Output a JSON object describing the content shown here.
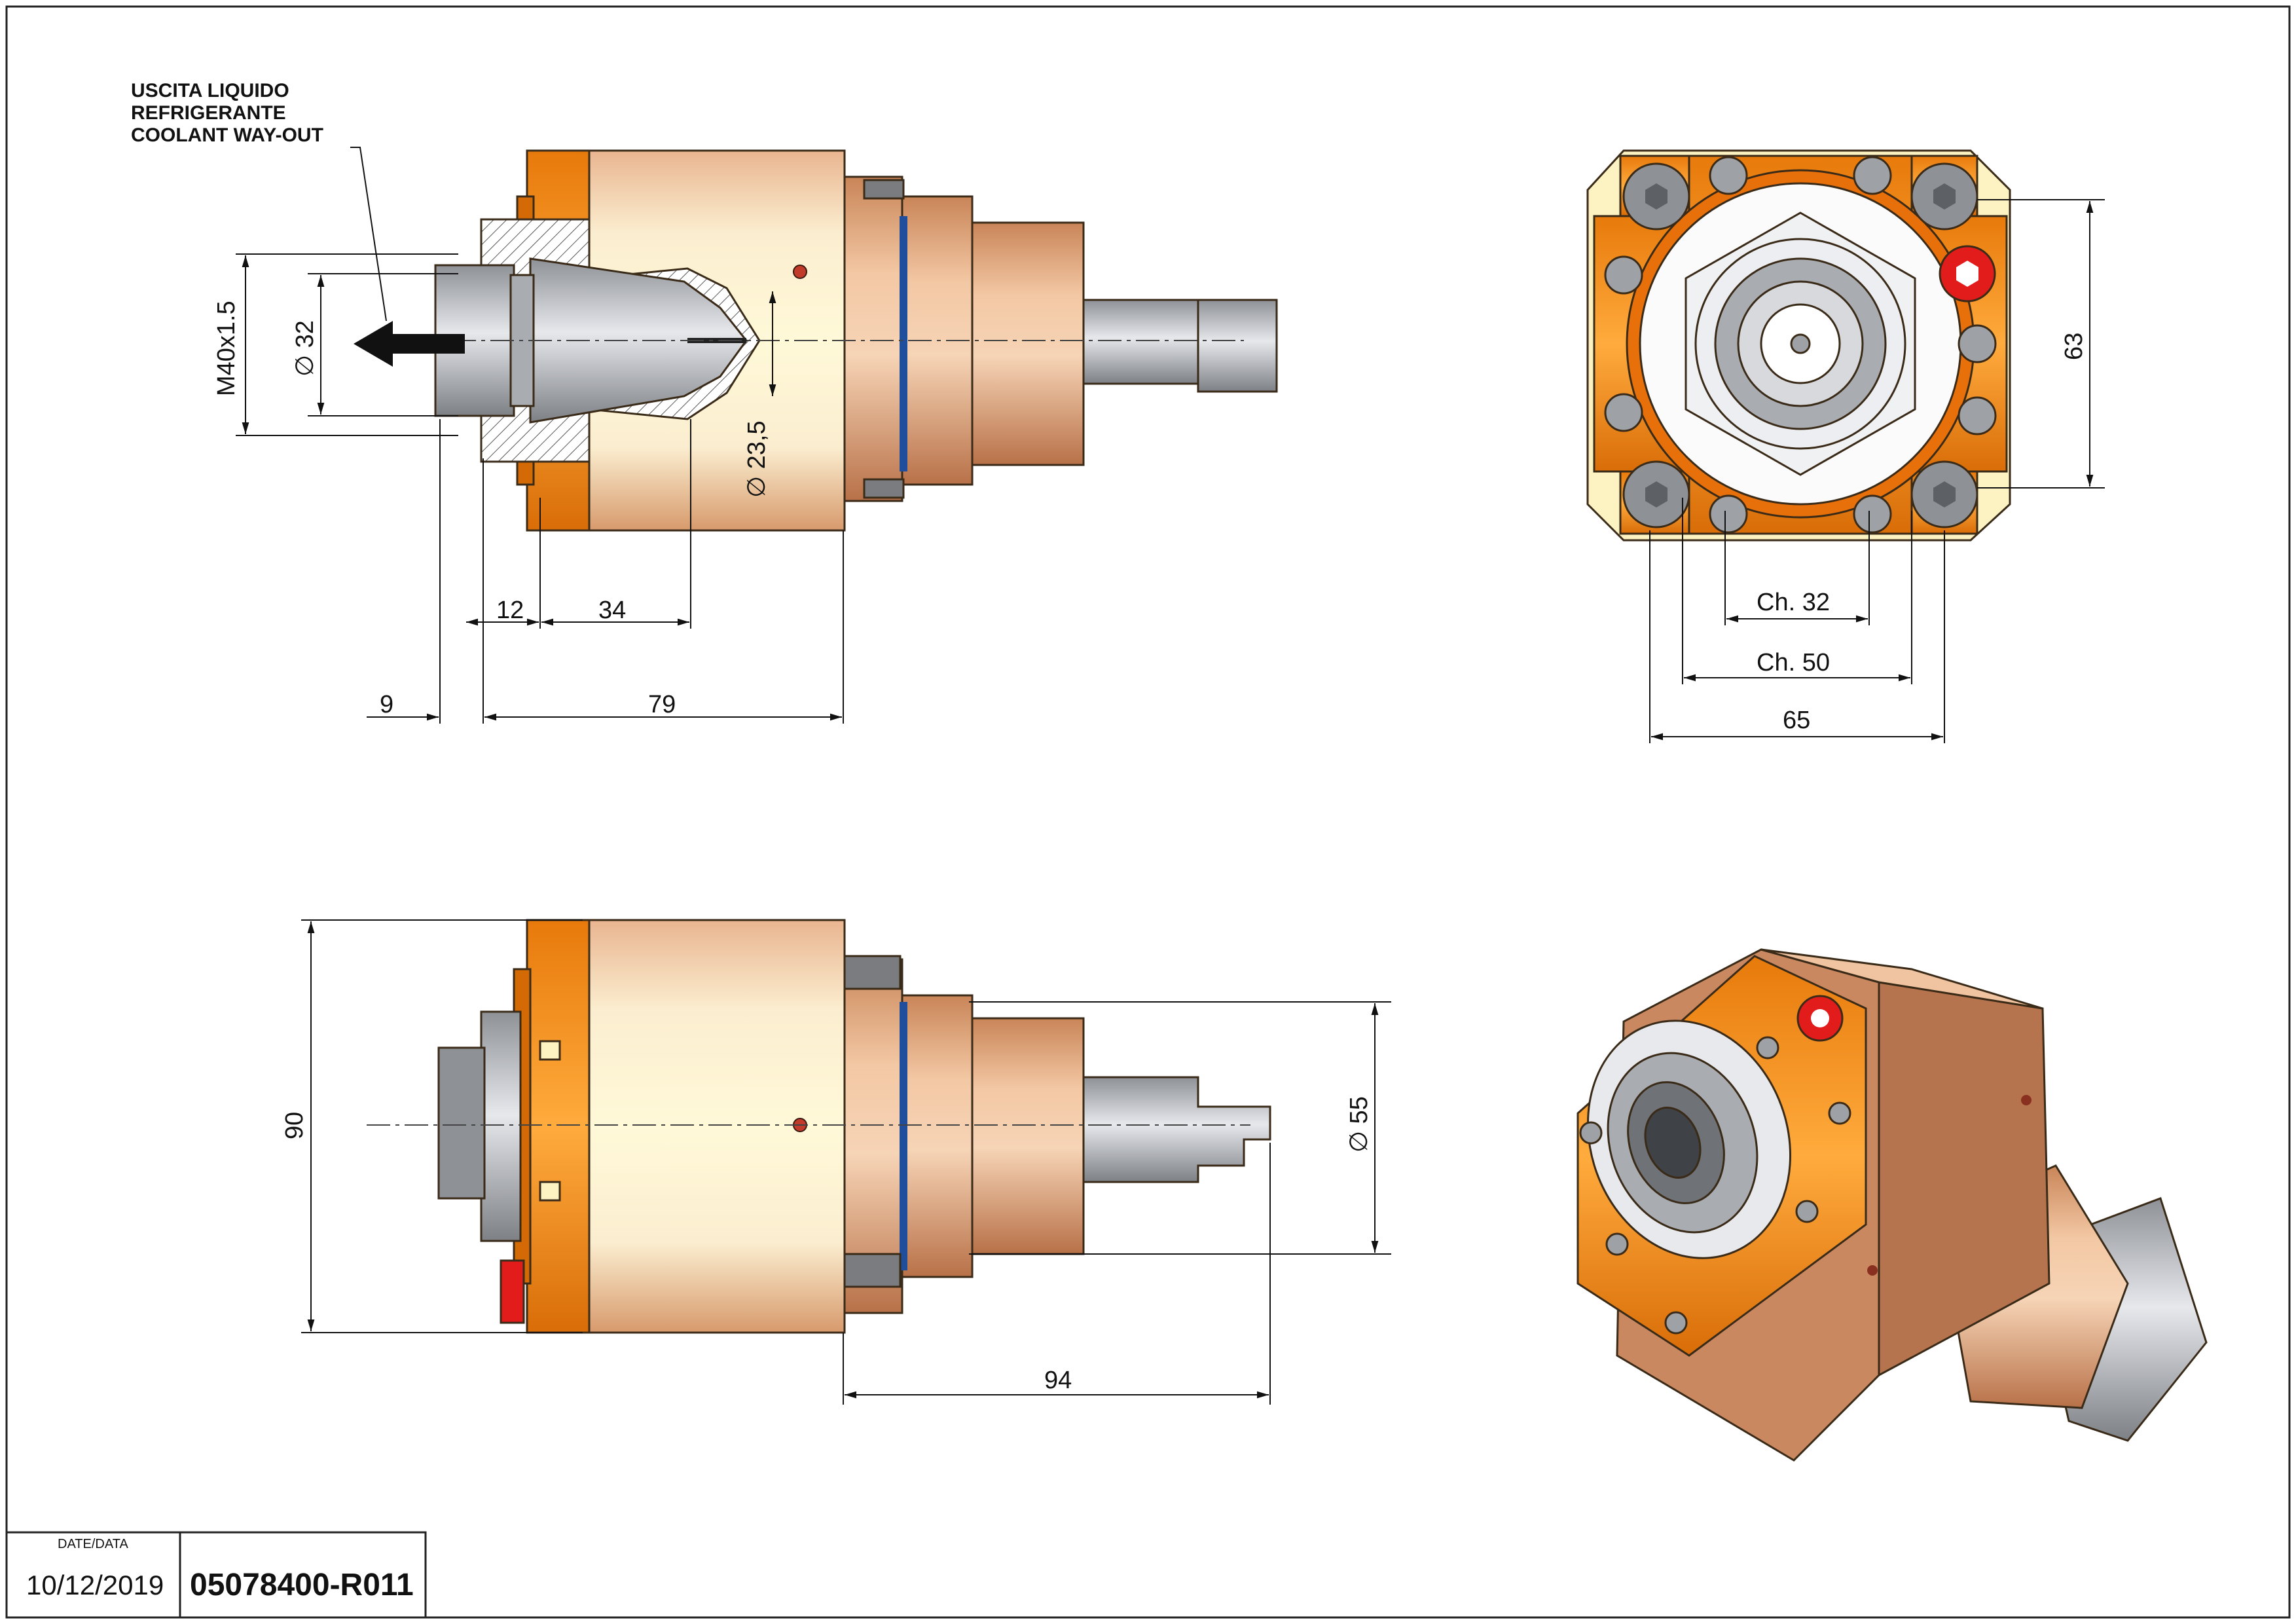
{
  "notes": {
    "coolant_line1": "USCITA LIQUIDO",
    "coolant_line2": "REFRIGERANTE",
    "coolant_line3": "COOLANT WAY-OUT"
  },
  "dimensions": {
    "thread": "M40x1.5",
    "dia_32": "∅ 32",
    "dia_23_5": "∅ 23,5",
    "d12": "12",
    "d34": "34",
    "d9": "9",
    "d79": "79",
    "d63": "63",
    "ch32": "Ch. 32",
    "ch50": "Ch. 50",
    "d65": "65",
    "d90": "90",
    "dia_55": "∅ 55",
    "d94": "94"
  },
  "title_block": {
    "date_label": "DATE/DATA",
    "date": "10/12/2019",
    "code": "05078400-R011"
  },
  "colors": {
    "flange": "#f08a12",
    "body_light": "#fdf3c2",
    "body_copper": "#d99c70",
    "shaft": "#c7c9ce",
    "seal_blue": "#1f4f9c",
    "red_plug": "#e21b1b",
    "steel_dark": "#6f7277"
  }
}
